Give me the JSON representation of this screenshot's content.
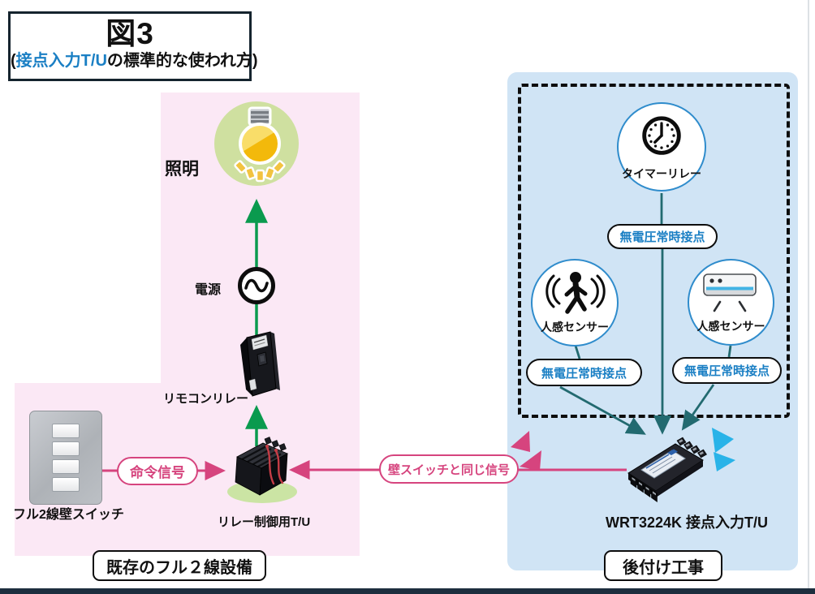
{
  "title": {
    "heading": "図3",
    "sub_prefix": "(",
    "sub_link": "接点入力T/U",
    "sub_suffix": "の標準的な使われ方)"
  },
  "existing": {
    "caption": "既存のフル２線設備",
    "lighting": "照明",
    "power": "電源",
    "remote_relay": "リモコンリレー",
    "relay_tu": "リレー制御用T/U",
    "wall_switch": "フル2線壁スイッチ",
    "command_signal": "命令信号"
  },
  "middle": {
    "same_signal": "壁スイッチと同じ信号"
  },
  "retrofit": {
    "caption": "後付け工事",
    "timer_relay": "タイマーリレー",
    "contact_timer": "無電圧常時接点",
    "motion_sensor_left": "人感センサー",
    "motion_sensor_right": "人感センサー",
    "contact_left": "無電圧常時接点",
    "contact_right": "無電圧常時接点",
    "device": "WRT3224K 接点入力T/U"
  },
  "colors": {
    "pink_bg": "#fbe8f5",
    "blue_bg": "#d0e4f5",
    "pink_accent": "#d6447e",
    "link_blue": "#1a7fc4",
    "green_arrow": "#0a9a4e",
    "teal_arrow": "#226a70",
    "cyan_triangle": "#29b3e8",
    "circle_border": "#2f8ccc",
    "bottom_bar": "#1d2e3e",
    "bulb_circle": "#cfe0a0"
  },
  "icons": {
    "lighting": "lightbulb-icon",
    "power": "ac-sine-icon",
    "remote_relay": "breaker-icon",
    "relay_tu": "terminal-unit-icon",
    "timer": "clock-icon",
    "motion": "walking-person-icon",
    "aircon": "air-conditioner-icon",
    "wall_switch": "switch-plate-icon",
    "device": "contact-input-unit-icon"
  }
}
